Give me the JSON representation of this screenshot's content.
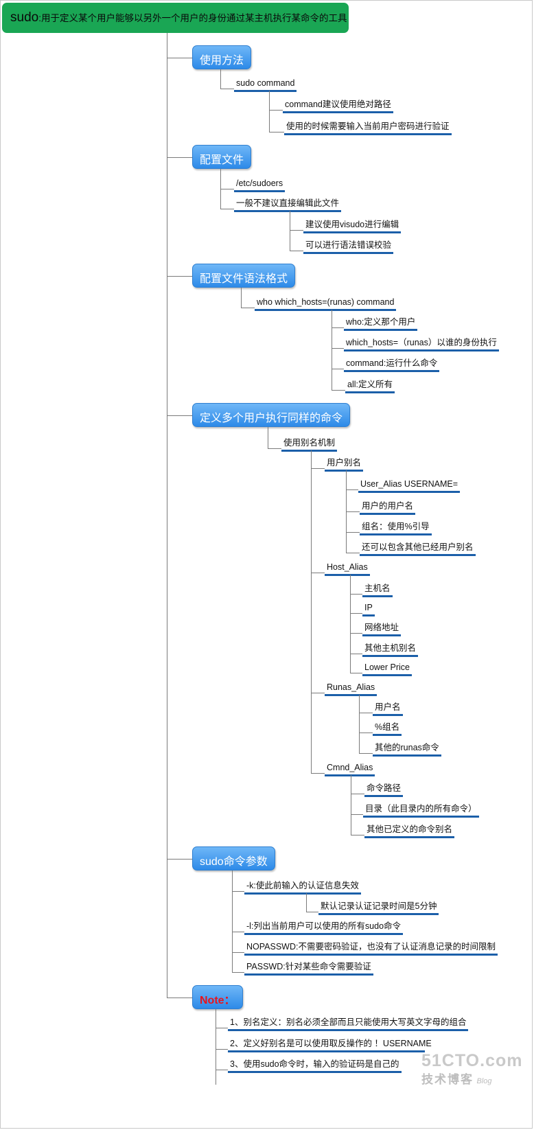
{
  "root": {
    "lead": "sudo",
    "text": ":用于定义某个用户能够以另外一个用户的身份通过某主机执行某命令的工具"
  },
  "sections": [
    {
      "title": "使用方法",
      "nodes": [
        "sudo  command",
        "command建议使用绝对路径",
        "使用的时候需要输入当前用户密码进行验证"
      ]
    },
    {
      "title": "配置文件",
      "nodes": [
        "/etc/sudoers",
        "一般不建议直接编辑此文件",
        "建议使用visudo进行编辑",
        "可以进行语法错误校验"
      ]
    },
    {
      "title": "配置文件语法格式",
      "nodes": [
        "who  which_hosts=(runas)   command",
        "who:定义那个用户",
        "which_hosts=（runas）以谁的身份执行",
        "command:运行什么命令",
        "all:定义所有"
      ]
    },
    {
      "title": "定义多个用户执行同样的命令",
      "nodes": [
        "使用别名机制",
        "用户别名",
        "User_Alias USERNAME=",
        "用户的用户名",
        "组名：使用%引导",
        "还可以包含其他已经用户别名",
        "Host_Alias",
        "主机名",
        "IP",
        "网络地址",
        "其他主机别名",
        "Lower Price",
        "Runas_Alias",
        "用户名",
        "%组名",
        "其他的runas命令",
        "Cmnd_Alias",
        "命令路径",
        "目录（此目录内的所有命令）",
        "其他已定义的命令别名"
      ]
    },
    {
      "title": "sudo命令参数",
      "nodes": [
        "-k:使此前输入的认证信息失效",
        "默认记录认证记录时间是5分钟",
        "-l:列出当前用户可以使用的所有sudo命令",
        "NOPASSWD:不需要密码验证，也没有了认证消息记录的时间限制",
        "PASSWD:针对某些命令需要验证"
      ]
    },
    {
      "title": "Note：",
      "nodes": [
        "1、别名定义：别名必须全部而且只能使用大写英文字母的组合",
        "2、定义好别名是可以使用取反操作的 ！USERNAME",
        "3、使用sudo命令时，输入的验证码是自己的"
      ]
    }
  ],
  "watermark": {
    "site": "51CTO.com",
    "label": "技术博客",
    "blog": "Blog"
  },
  "colors": {
    "root": "#1aa654",
    "topic": "#3b94ee",
    "underline": "#1b5fa9",
    "note_title": "#e8141c"
  }
}
